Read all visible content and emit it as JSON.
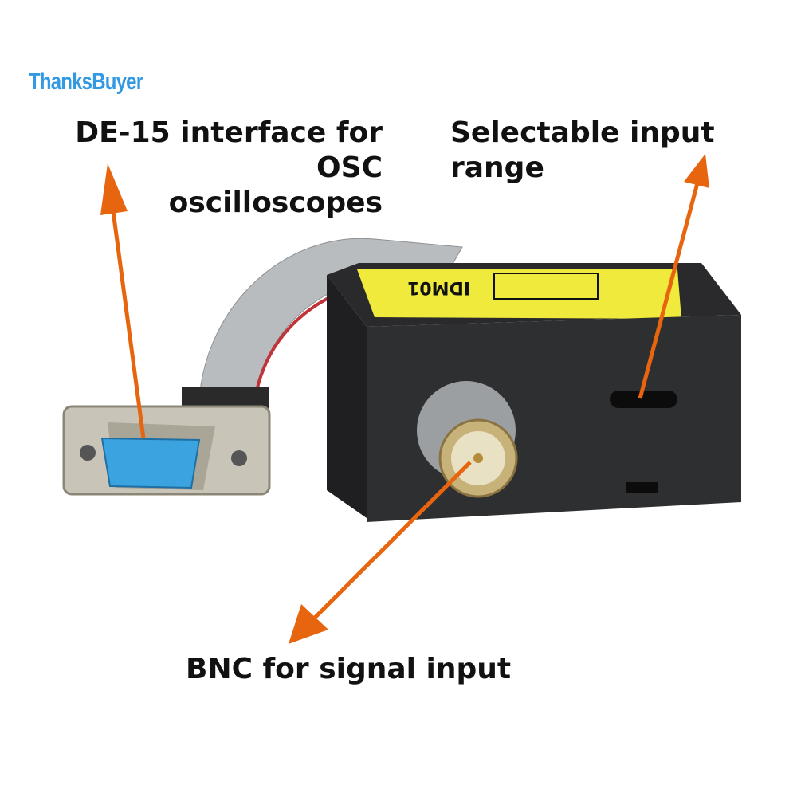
{
  "watermark": {
    "brand": "ThanksBuyer"
  },
  "annotations": {
    "de15_line1": "DE-15 interface for OSC",
    "de15_line2": "oscilloscopes",
    "input_range": "Selectable input range",
    "bnc": "BNC for signal input"
  },
  "device": {
    "model": "IDM01"
  },
  "colors": {
    "arrow": "#e8650f",
    "label_yellow": "#f0ea3c",
    "case": "#2c2d2f",
    "connector": "#3aa3e0"
  }
}
